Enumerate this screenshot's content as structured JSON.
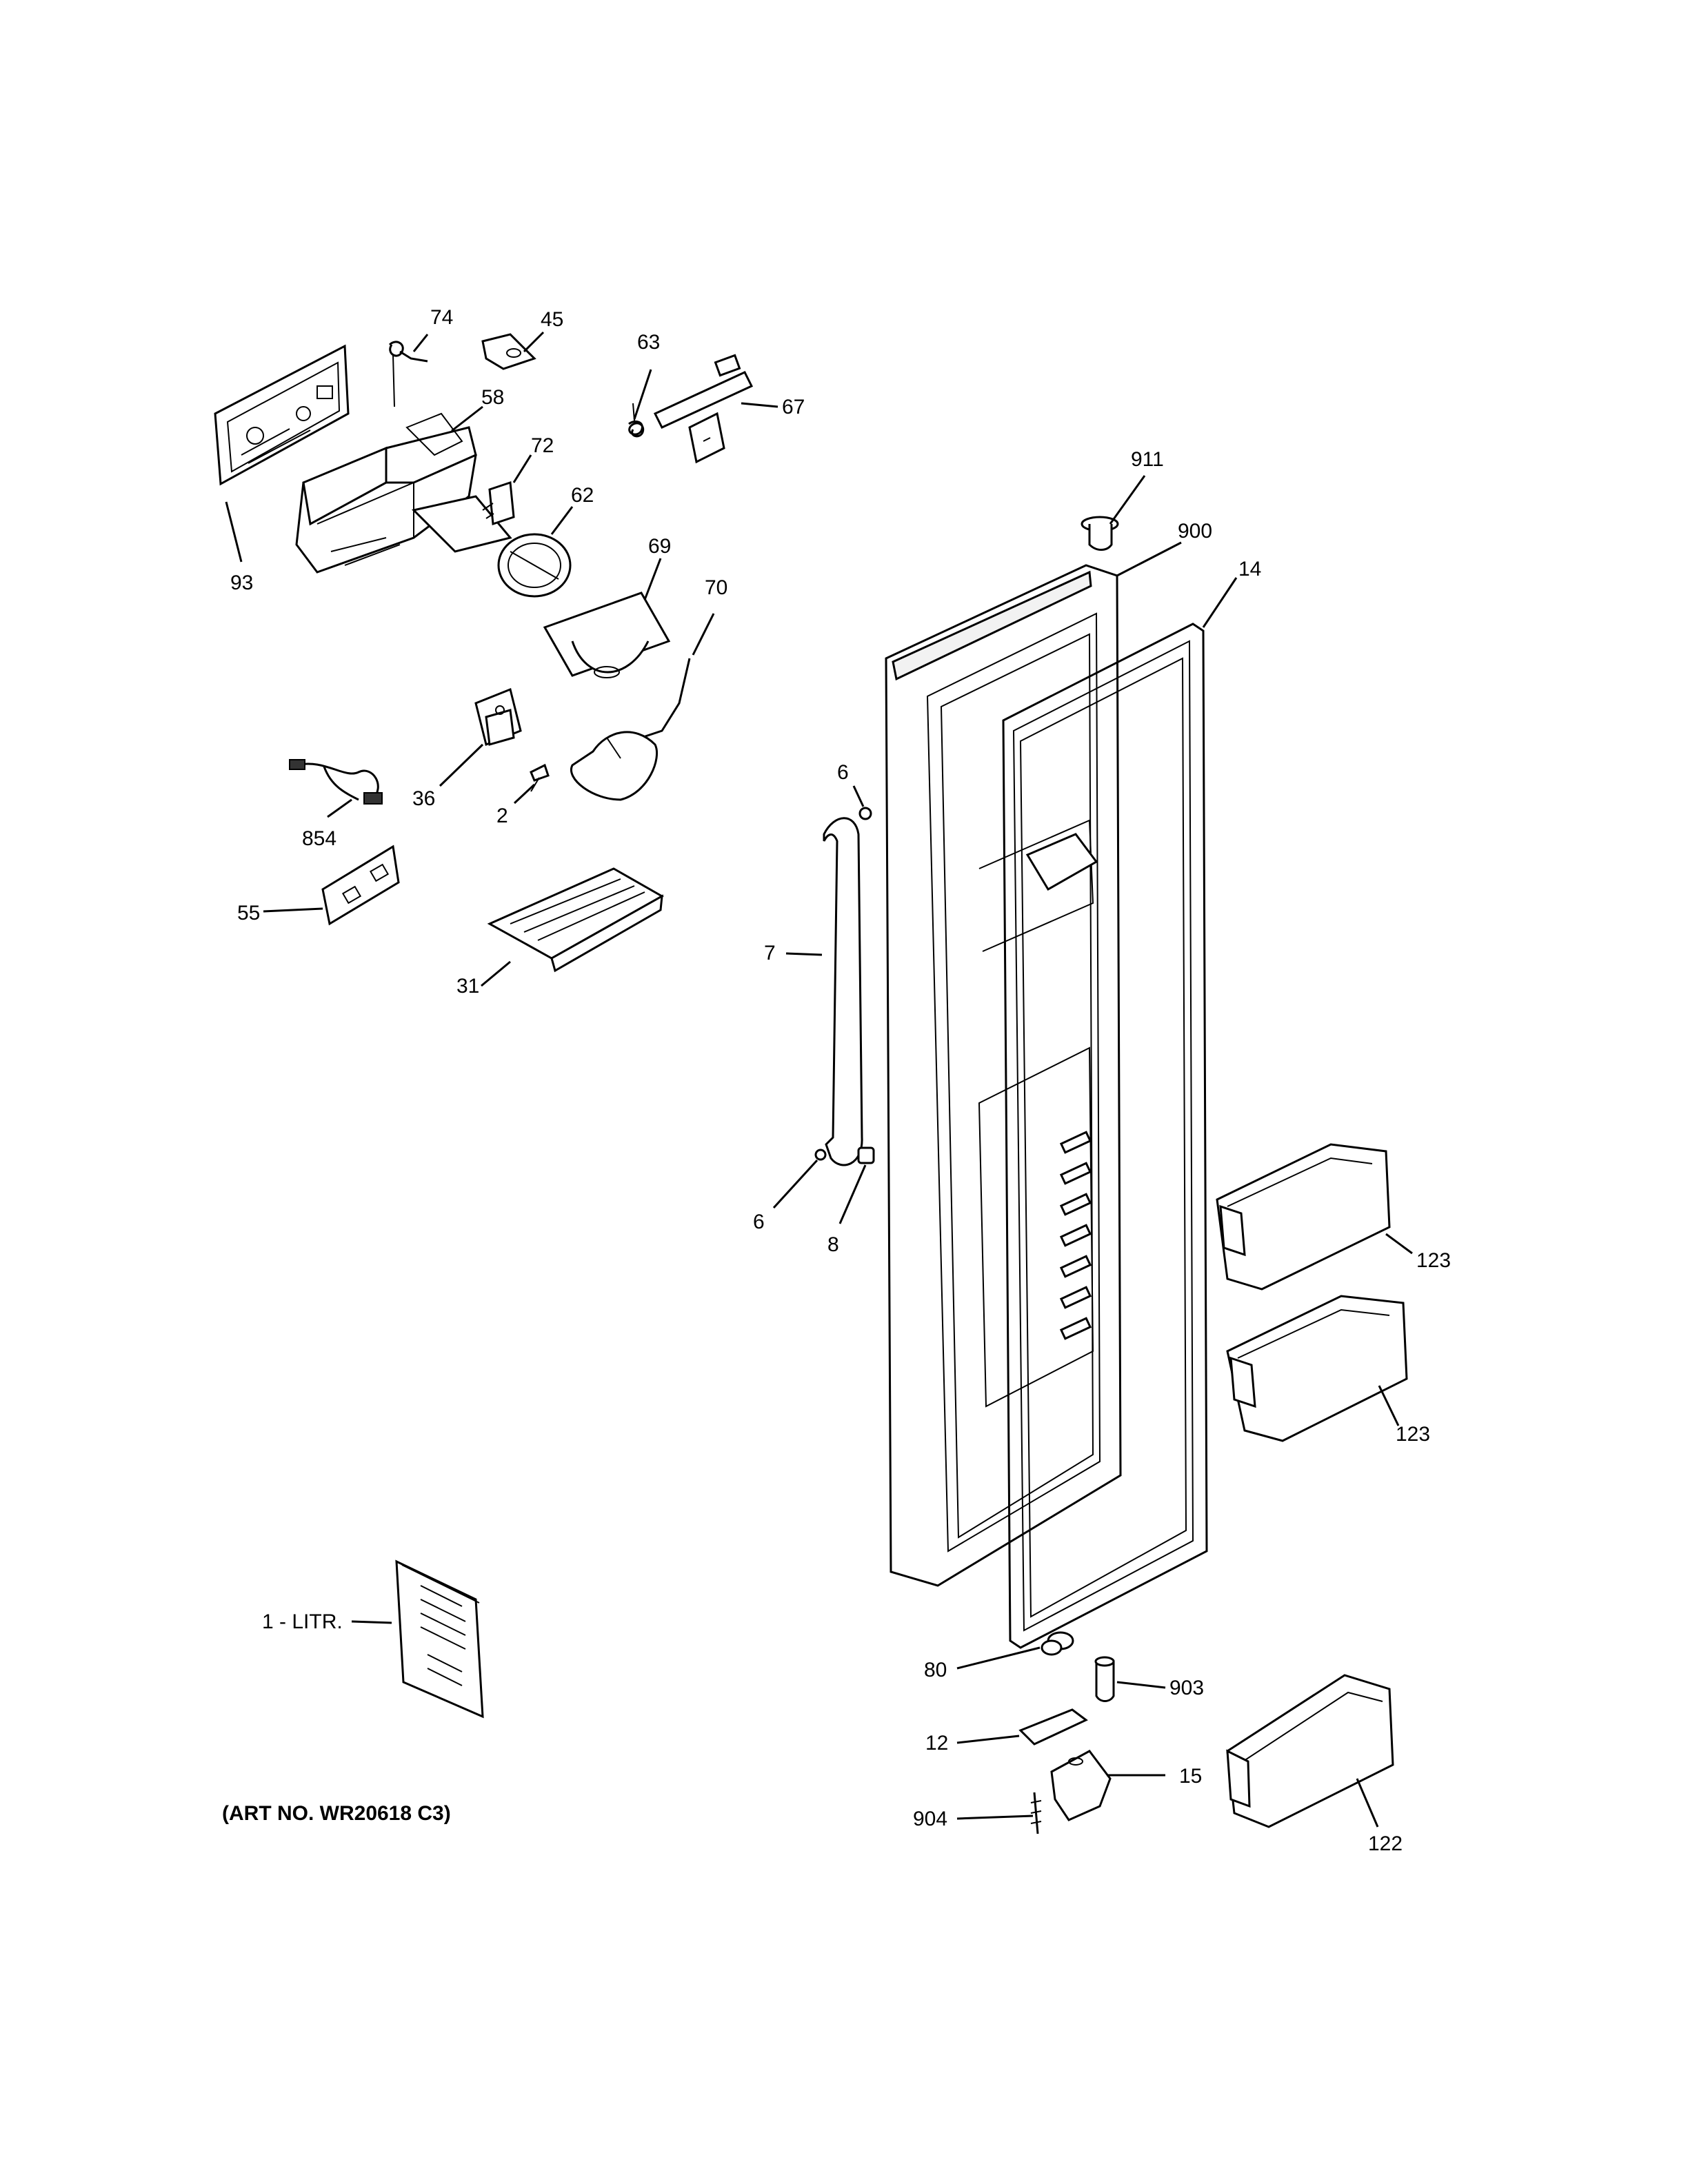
{
  "art_number": "(ART NO. WR20618 C3)",
  "parts": [
    {
      "key": "p74",
      "label": "74"
    },
    {
      "key": "p45",
      "label": "45"
    },
    {
      "key": "p63",
      "label": "63"
    },
    {
      "key": "p67",
      "label": "67"
    },
    {
      "key": "p58",
      "label": "58"
    },
    {
      "key": "p72",
      "label": "72"
    },
    {
      "key": "p62",
      "label": "62"
    },
    {
      "key": "p93",
      "label": "93"
    },
    {
      "key": "p69",
      "label": "69"
    },
    {
      "key": "p70",
      "label": "70"
    },
    {
      "key": "p911",
      "label": "911"
    },
    {
      "key": "p900",
      "label": "900"
    },
    {
      "key": "p14",
      "label": "14"
    },
    {
      "key": "p36",
      "label": "36"
    },
    {
      "key": "p2",
      "label": "2"
    },
    {
      "key": "p854",
      "label": "854"
    },
    {
      "key": "p6a",
      "label": "6"
    },
    {
      "key": "p55",
      "label": "55"
    },
    {
      "key": "p31",
      "label": "31"
    },
    {
      "key": "p7",
      "label": "7"
    },
    {
      "key": "p6b",
      "label": "6"
    },
    {
      "key": "p8",
      "label": "8"
    },
    {
      "key": "p123a",
      "label": "123"
    },
    {
      "key": "p123b",
      "label": "123"
    },
    {
      "key": "p1",
      "label": "1 - LITR."
    },
    {
      "key": "p80",
      "label": "80"
    },
    {
      "key": "p903",
      "label": "903"
    },
    {
      "key": "p12",
      "label": "12"
    },
    {
      "key": "p15",
      "label": "15"
    },
    {
      "key": "p904",
      "label": "904"
    },
    {
      "key": "p122",
      "label": "122"
    }
  ]
}
